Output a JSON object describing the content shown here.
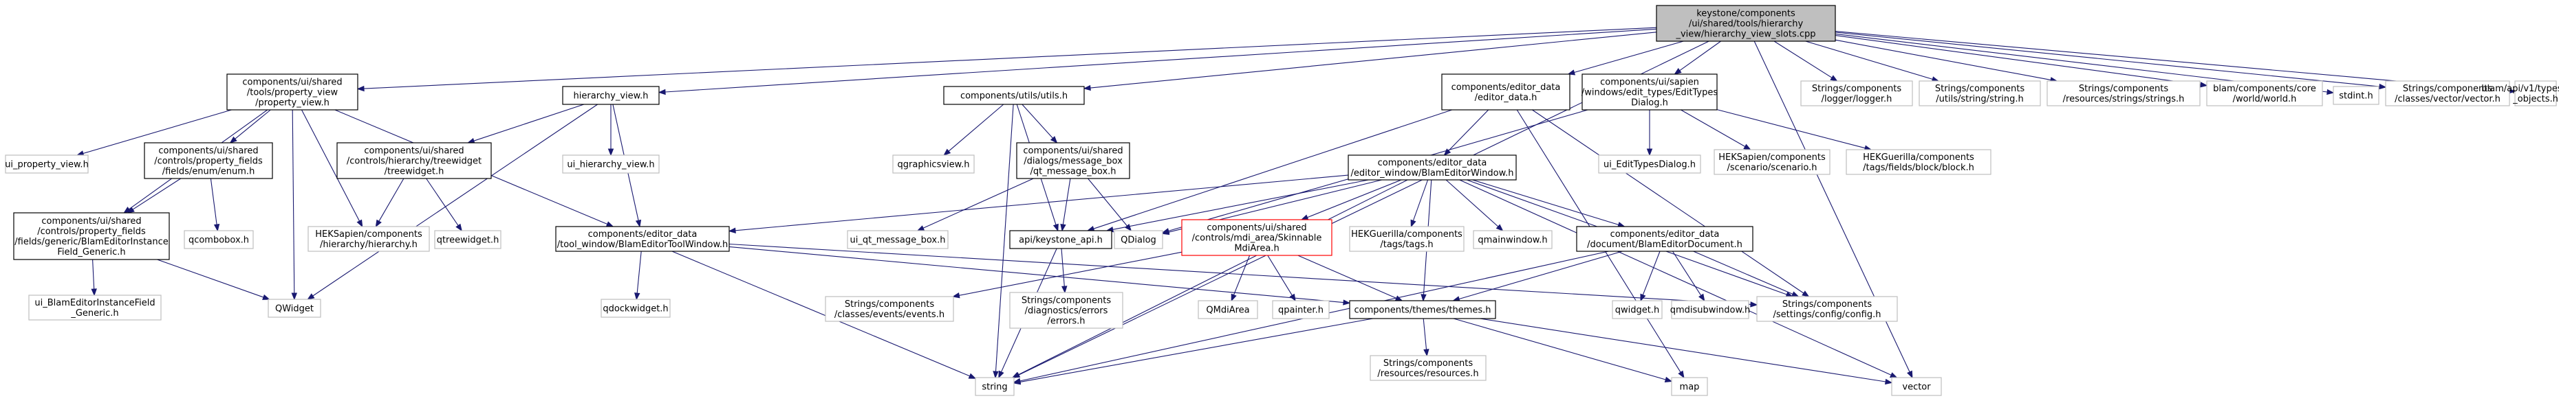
{
  "diagram": {
    "colors": {
      "edge": "#191970",
      "node_border_documented": "#000000",
      "node_border_external": "#bfbfbf",
      "root_fill": "#bfbfbf",
      "highlight_border": "#ff0000"
    },
    "nodes": {
      "root": {
        "lines": [
          "keystone/components",
          "/ui/shared/tools/hierarchy",
          "_view/hierarchy_view_slots.cpp"
        ],
        "style": "root"
      },
      "property_view": {
        "lines": [
          "components/ui/shared",
          "/tools/property_view",
          "/property_view.h"
        ],
        "style": "black"
      },
      "hierarchy_view": {
        "lines": [
          "hierarchy_view.h"
        ],
        "style": "black"
      },
      "utils": {
        "lines": [
          "components/utils/utils.h"
        ],
        "style": "black"
      },
      "editor_data": {
        "lines": [
          "components/editor_data",
          "/editor_data.h"
        ],
        "style": "black"
      },
      "edittypes": {
        "lines": [
          "components/ui/sapien",
          "/windows/edit_types/EditTypes",
          "Dialog.h"
        ],
        "style": "black"
      },
      "logger": {
        "lines": [
          "Strings/components",
          "/logger/logger.h"
        ],
        "style": "grey"
      },
      "utils_string": {
        "lines": [
          "Strings/components",
          "/utils/string/string.h"
        ],
        "style": "grey"
      },
      "res_strings": {
        "lines": [
          "Strings/components",
          "/resources/strings/strings.h"
        ],
        "style": "grey"
      },
      "blam_world": {
        "lines": [
          "blam/components/core",
          "/world/world.h"
        ],
        "style": "grey"
      },
      "stdint": {
        "lines": [
          "stdint.h"
        ],
        "style": "grey"
      },
      "vector_h": {
        "lines": [
          "Strings/components",
          "/classes/vector/vector.h"
        ],
        "style": "grey"
      },
      "world_objects": {
        "lines": [
          "blam/api/v1/types/world",
          "_objects.h"
        ],
        "style": "grey"
      },
      "ui_property_view": {
        "lines": [
          "ui_property_view.h"
        ],
        "style": "grey"
      },
      "enum_h": {
        "lines": [
          "components/ui/shared",
          "/controls/property_fields",
          "/fields/enum/enum.h"
        ],
        "style": "black"
      },
      "treewidget": {
        "lines": [
          "components/ui/shared",
          "/controls/hierarchy/treewidget",
          "/treewidget.h"
        ],
        "style": "black"
      },
      "ui_hierarchy_view": {
        "lines": [
          "ui_hierarchy_view.h"
        ],
        "style": "grey"
      },
      "qgraphicsview": {
        "lines": [
          "qgraphicsview.h"
        ],
        "style": "grey"
      },
      "message_box": {
        "lines": [
          "components/ui/shared",
          "/dialogs/message_box",
          "/qt_message_box.h"
        ],
        "style": "black"
      },
      "blam_editor_window": {
        "lines": [
          "components/editor_data",
          "/editor_window/BlamEditorWindow.h"
        ],
        "style": "black"
      },
      "ui_edittypes": {
        "lines": [
          "ui_EditTypesDialog.h"
        ],
        "style": "grey"
      },
      "scenario": {
        "lines": [
          "HEKSapien/components",
          "/scenario/scenario.h"
        ],
        "style": "grey"
      },
      "block_h": {
        "lines": [
          "HEKGuerilla/components",
          "/tags/fields/block/block.h"
        ],
        "style": "grey"
      },
      "blam_instance_field": {
        "lines": [
          "components/ui/shared",
          "/controls/property_fields",
          "/fields/generic/BlamEditorInstance",
          "Field_Generic.h"
        ],
        "style": "black"
      },
      "qcombobox": {
        "lines": [
          "qcombobox.h"
        ],
        "style": "grey"
      },
      "hek_hierarchy": {
        "lines": [
          "HEKSapien/components",
          "/hierarchy/hierarchy.h"
        ],
        "style": "grey"
      },
      "qtreewidget": {
        "lines": [
          "qtreewidget.h"
        ],
        "style": "grey"
      },
      "tool_window": {
        "lines": [
          "components/editor_data",
          "/tool_window/BlamEditorToolWindow.h"
        ],
        "style": "black"
      },
      "ui_qt_message_box": {
        "lines": [
          "ui_qt_message_box.h"
        ],
        "style": "grey"
      },
      "keystone_api": {
        "lines": [
          "api/keystone_api.h"
        ],
        "style": "black"
      },
      "qdialog": {
        "lines": [
          "QDialog"
        ],
        "style": "grey"
      },
      "skinnable": {
        "lines": [
          "components/ui/shared",
          "/controls/mdi_area/Skinnable",
          "MdiArea.h"
        ],
        "style": "red"
      },
      "tags_h": {
        "lines": [
          "HEKGuerilla/components",
          "/tags/tags.h"
        ],
        "style": "grey"
      },
      "qmainwindow": {
        "lines": [
          "qmainwindow.h"
        ],
        "style": "grey"
      },
      "blam_editor_document": {
        "lines": [
          "components/editor_data",
          "/document/BlamEditorDocument.h"
        ],
        "style": "black"
      },
      "ui_instance_field": {
        "lines": [
          "ui_BlamEditorInstanceField",
          "_Generic.h"
        ],
        "style": "grey"
      },
      "qwidget_cls": {
        "lines": [
          "QWidget"
        ],
        "style": "grey"
      },
      "qdockwidget": {
        "lines": [
          "qdockwidget.h"
        ],
        "style": "grey"
      },
      "events_h": {
        "lines": [
          "Strings/components",
          "/classes/events/events.h"
        ],
        "style": "grey"
      },
      "errors_h": {
        "lines": [
          "Strings/components",
          "/diagnostics/errors",
          "/errors.h"
        ],
        "style": "grey"
      },
      "qmdiarea": {
        "lines": [
          "QMdiArea"
        ],
        "style": "grey"
      },
      "qpainter": {
        "lines": [
          "qpainter.h"
        ],
        "style": "grey"
      },
      "themes": {
        "lines": [
          "components/themes/themes.h"
        ],
        "style": "black"
      },
      "qwidget_h": {
        "lines": [
          "qwidget.h"
        ],
        "style": "grey"
      },
      "qmdisubwindow": {
        "lines": [
          "qmdisubwindow.h"
        ],
        "style": "grey"
      },
      "config_h": {
        "lines": [
          "Strings/components",
          "/settings/config/config.h"
        ],
        "style": "grey"
      },
      "resources_h": {
        "lines": [
          "Strings/components",
          "/resources/resources.h"
        ],
        "style": "grey"
      },
      "string": {
        "lines": [
          "string"
        ],
        "style": "grey"
      },
      "map": {
        "lines": [
          "map"
        ],
        "style": "grey"
      },
      "vector": {
        "lines": [
          "vector"
        ],
        "style": "grey"
      }
    },
    "edges": [
      [
        "root",
        "property_view"
      ],
      [
        "root",
        "hierarchy_view"
      ],
      [
        "root",
        "utils"
      ],
      [
        "root",
        "editor_data"
      ],
      [
        "root",
        "edittypes"
      ],
      [
        "root",
        "logger"
      ],
      [
        "root",
        "utils_string"
      ],
      [
        "root",
        "res_strings"
      ],
      [
        "root",
        "blam_world"
      ],
      [
        "root",
        "stdint"
      ],
      [
        "root",
        "vector_h"
      ],
      [
        "root",
        "world_objects"
      ],
      [
        "root",
        "string"
      ],
      [
        "root",
        "vector"
      ],
      [
        "property_view",
        "ui_property_view"
      ],
      [
        "property_view",
        "enum_h"
      ],
      [
        "property_view",
        "blam_instance_field"
      ],
      [
        "property_view",
        "hek_hierarchy"
      ],
      [
        "property_view",
        "tool_window"
      ],
      [
        "property_view",
        "qwidget_cls"
      ],
      [
        "hierarchy_view",
        "treewidget"
      ],
      [
        "hierarchy_view",
        "ui_hierarchy_view"
      ],
      [
        "hierarchy_view",
        "tool_window"
      ],
      [
        "hierarchy_view",
        "qwidget_cls"
      ],
      [
        "enum_h",
        "blam_instance_field"
      ],
      [
        "enum_h",
        "qcombobox"
      ],
      [
        "blam_instance_field",
        "ui_instance_field"
      ],
      [
        "blam_instance_field",
        "qwidget_cls"
      ],
      [
        "treewidget",
        "hek_hierarchy"
      ],
      [
        "treewidget",
        "qtreewidget"
      ],
      [
        "utils",
        "qgraphicsview"
      ],
      [
        "utils",
        "message_box"
      ],
      [
        "utils",
        "keystone_api"
      ],
      [
        "utils",
        "string"
      ],
      [
        "message_box",
        "ui_qt_message_box"
      ],
      [
        "message_box",
        "keystone_api"
      ],
      [
        "message_box",
        "qdialog"
      ],
      [
        "editor_data",
        "blam_editor_window"
      ],
      [
        "editor_data",
        "keystone_api"
      ],
      [
        "editor_data",
        "config_h"
      ],
      [
        "editor_data",
        "map"
      ],
      [
        "edittypes",
        "ui_edittypes"
      ],
      [
        "edittypes",
        "scenario"
      ],
      [
        "edittypes",
        "block_h"
      ],
      [
        "edittypes",
        "qdialog"
      ],
      [
        "blam_editor_window",
        "tool_window"
      ],
      [
        "blam_editor_window",
        "keystone_api"
      ],
      [
        "blam_editor_window",
        "qdialog"
      ],
      [
        "blam_editor_window",
        "skinnable"
      ],
      [
        "blam_editor_window",
        "tags_h"
      ],
      [
        "blam_editor_window",
        "qmainwindow"
      ],
      [
        "blam_editor_window",
        "blam_editor_document"
      ],
      [
        "blam_editor_window",
        "themes"
      ],
      [
        "blam_editor_window",
        "config_h"
      ],
      [
        "blam_editor_window",
        "string"
      ],
      [
        "blam_editor_window",
        "vector"
      ],
      [
        "tool_window",
        "qdockwidget"
      ],
      [
        "tool_window",
        "themes"
      ],
      [
        "tool_window",
        "config_h"
      ],
      [
        "tool_window",
        "string"
      ],
      [
        "keystone_api",
        "errors_h"
      ],
      [
        "keystone_api",
        "string"
      ],
      [
        "skinnable",
        "events_h"
      ],
      [
        "skinnable",
        "qmdiarea"
      ],
      [
        "skinnable",
        "qpainter"
      ],
      [
        "skinnable",
        "themes"
      ],
      [
        "blam_editor_document",
        "themes"
      ],
      [
        "blam_editor_document",
        "qwidget_h"
      ],
      [
        "blam_editor_document",
        "qmdisubwindow"
      ],
      [
        "blam_editor_document",
        "config_h"
      ],
      [
        "blam_editor_document",
        "string"
      ],
      [
        "themes",
        "resources_h"
      ],
      [
        "themes",
        "string"
      ],
      [
        "themes",
        "map"
      ],
      [
        "themes",
        "vector"
      ]
    ]
  }
}
